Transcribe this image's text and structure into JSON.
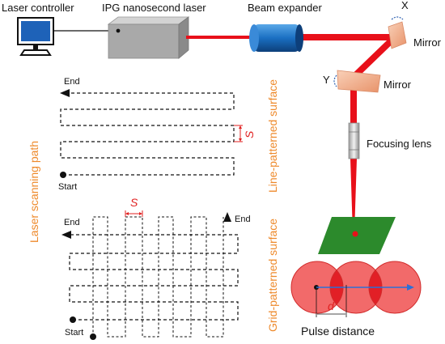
{
  "labels": {
    "laser_controller": "Laser controller",
    "ipg_laser": "IPG nanosecond laser",
    "beam_expander": "Beam expander",
    "mirror_top": "Mirror",
    "mirror_bottom": "Mirror",
    "axis_x": "X",
    "axis_y": "Y",
    "focusing_lens": "Focusing lens",
    "line_surface": "Line-patterned surface",
    "grid_surface": "Grid-patterned surface",
    "scanning_path": "Laser scanning path",
    "end_top": "End",
    "start_top": "Start",
    "end_grid_left": "End",
    "end_grid_right": "End",
    "start_grid": "Start",
    "spacing_line": "S",
    "spacing_grid": "S",
    "pulse_d": "d",
    "pulse_distance": "Pulse distance"
  },
  "colors": {
    "beam": "#e8101a",
    "orange_text": "#ee8a2c",
    "spacing_red": "#e02020",
    "lens_blue": "#1a6fc2",
    "sample_green": "#2c8a2c",
    "spot_fill": "#f26a6a",
    "spot_overlap": "#e21f26",
    "arrow_blue": "#2d6fd6",
    "mirror_color": "#f2ab85"
  }
}
